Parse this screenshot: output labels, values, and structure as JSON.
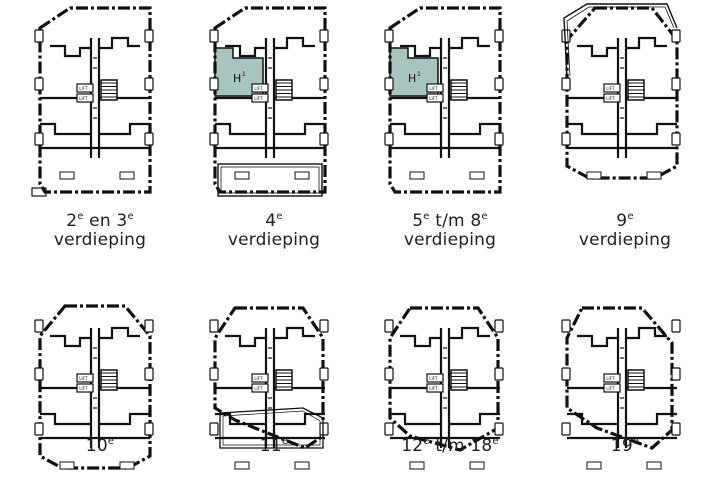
{
  "page": {
    "background": "#ffffff",
    "line_color": "#111111",
    "highlight_color": "#a7c4be"
  },
  "plans": [
    {
      "id": "p1",
      "n1": "2",
      "s1": "e",
      "mid": " en ",
      "n2": "3",
      "s2": "e",
      "line2": "verdieping",
      "highlight": ""
    },
    {
      "id": "p2",
      "n1": "4",
      "s1": "e",
      "mid": "",
      "n2": "",
      "s2": "",
      "line2": "verdieping",
      "highlight": "H1"
    },
    {
      "id": "p3",
      "n1": "5",
      "s1": "e",
      "mid": " t/m ",
      "n2": "8",
      "s2": "e",
      "line2": "verdieping",
      "highlight": "H1"
    },
    {
      "id": "p4",
      "n1": "9",
      "s1": "e",
      "mid": "",
      "n2": "",
      "s2": "",
      "line2": "verdieping",
      "highlight": ""
    },
    {
      "id": "p5",
      "n1": "10",
      "s1": "e",
      "mid": "",
      "n2": "",
      "s2": "",
      "line2": "",
      "highlight": ""
    },
    {
      "id": "p6",
      "n1": "11",
      "s1": "e",
      "mid": "",
      "n2": "",
      "s2": "",
      "line2": "",
      "highlight": ""
    },
    {
      "id": "p7",
      "n1": "12",
      "s1": "e",
      "mid": " t/m ",
      "n2": "18",
      "s2": "e",
      "line2": "",
      "highlight": ""
    },
    {
      "id": "p8",
      "n1": "19",
      "s1": "e",
      "mid": "",
      "n2": "",
      "s2": "",
      "line2": "",
      "highlight": ""
    }
  ],
  "lift_label": "LIFT",
  "unit_letter": "H",
  "unit_number": "1"
}
